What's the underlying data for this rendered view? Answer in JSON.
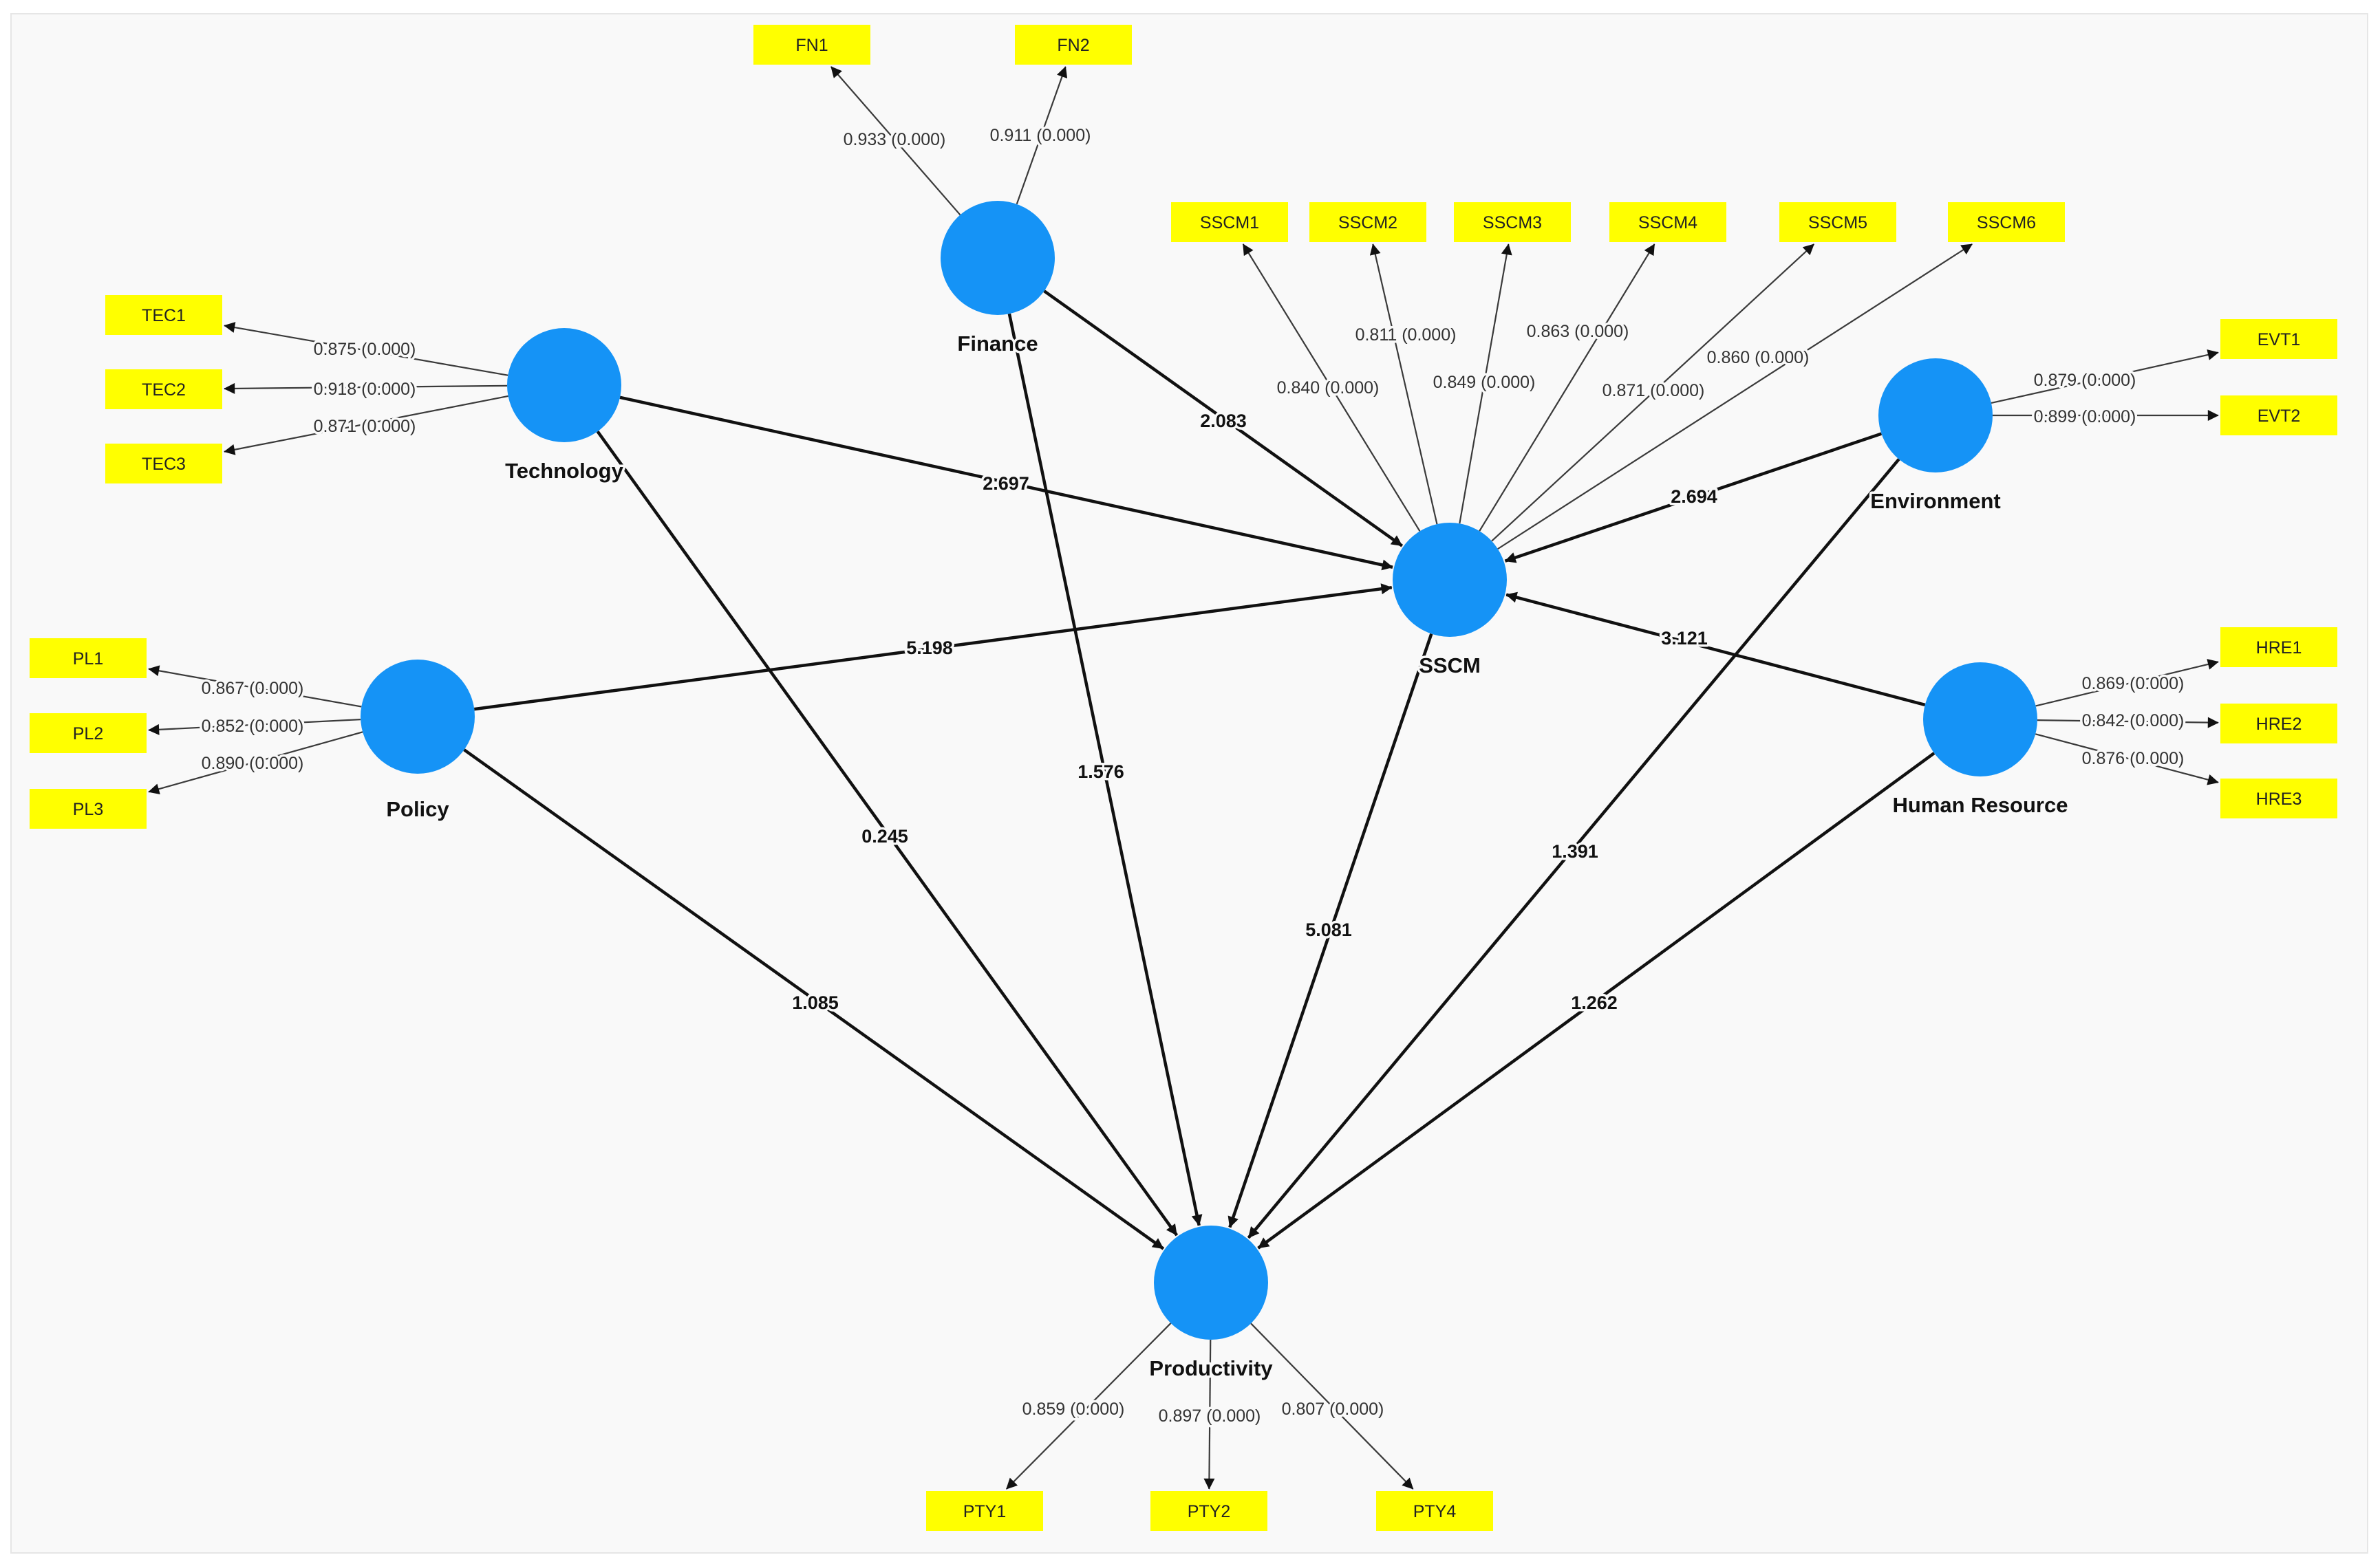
{
  "diagram": {
    "latents": [
      {
        "id": "finance",
        "label": "Finance"
      },
      {
        "id": "technology",
        "label": "Technology"
      },
      {
        "id": "policy",
        "label": "Policy"
      },
      {
        "id": "sscm",
        "label": "SSCM"
      },
      {
        "id": "environment",
        "label": "Environment"
      },
      {
        "id": "human_resource",
        "label": "Human Resource"
      },
      {
        "id": "productivity",
        "label": "Productivity"
      }
    ],
    "indicators": [
      {
        "id": "FN1",
        "label": "FN1",
        "latent": "finance",
        "loading": "0.933 (0.000)"
      },
      {
        "id": "FN2",
        "label": "FN2",
        "latent": "finance",
        "loading": "0.911 (0.000)"
      },
      {
        "id": "TEC1",
        "label": "TEC1",
        "latent": "technology",
        "loading": "0.875 (0.000)"
      },
      {
        "id": "TEC2",
        "label": "TEC2",
        "latent": "technology",
        "loading": "0.918 (0.000)"
      },
      {
        "id": "TEC3",
        "label": "TEC3",
        "latent": "technology",
        "loading": "0.871 (0.000)"
      },
      {
        "id": "PL1",
        "label": "PL1",
        "latent": "policy",
        "loading": "0.867 (0.000)"
      },
      {
        "id": "PL2",
        "label": "PL2",
        "latent": "policy",
        "loading": "0.852 (0.000)"
      },
      {
        "id": "PL3",
        "label": "PL3",
        "latent": "policy",
        "loading": "0.890 (0.000)"
      },
      {
        "id": "SSCM1",
        "label": "SSCM1",
        "latent": "sscm",
        "loading": "0.840 (0.000)"
      },
      {
        "id": "SSCM2",
        "label": "SSCM2",
        "latent": "sscm",
        "loading": "0.811 (0.000)"
      },
      {
        "id": "SSCM3",
        "label": "SSCM3",
        "latent": "sscm",
        "loading": "0.849 (0.000)"
      },
      {
        "id": "SSCM4",
        "label": "SSCM4",
        "latent": "sscm",
        "loading": "0.863 (0.000)"
      },
      {
        "id": "SSCM5",
        "label": "SSCM5",
        "latent": "sscm",
        "loading": "0.871 (0.000)"
      },
      {
        "id": "SSCM6",
        "label": "SSCM6",
        "latent": "sscm",
        "loading": "0.860 (0.000)"
      },
      {
        "id": "EVT1",
        "label": "EVT1",
        "latent": "environment",
        "loading": "0.879 (0.000)"
      },
      {
        "id": "EVT2",
        "label": "EVT2",
        "latent": "environment",
        "loading": "0.899 (0.000)"
      },
      {
        "id": "HRE1",
        "label": "HRE1",
        "latent": "human_resource",
        "loading": "0.869 (0.000)"
      },
      {
        "id": "HRE2",
        "label": "HRE2",
        "latent": "human_resource",
        "loading": "0.842 (0.000)"
      },
      {
        "id": "HRE3",
        "label": "HRE3",
        "latent": "human_resource",
        "loading": "0.876 (0.000)"
      },
      {
        "id": "PTY1",
        "label": "PTY1",
        "latent": "productivity",
        "loading": "0.859 (0.000)"
      },
      {
        "id": "PTY2",
        "label": "PTY2",
        "latent": "productivity",
        "loading": "0.897 (0.000)"
      },
      {
        "id": "PTY4",
        "label": "PTY4",
        "latent": "productivity",
        "loading": "0.807 (0.000)"
      }
    ],
    "paths": [
      {
        "from": "finance",
        "to": "sscm",
        "value": "2.083"
      },
      {
        "from": "technology",
        "to": "sscm",
        "value": "2.697"
      },
      {
        "from": "policy",
        "to": "sscm",
        "value": "5.198"
      },
      {
        "from": "environment",
        "to": "sscm",
        "value": "2.694"
      },
      {
        "from": "human_resource",
        "to": "sscm",
        "value": "3.121"
      },
      {
        "from": "finance",
        "to": "productivity",
        "value": "1.576"
      },
      {
        "from": "technology",
        "to": "productivity",
        "value": "0.245"
      },
      {
        "from": "policy",
        "to": "productivity",
        "value": "1.085"
      },
      {
        "from": "sscm",
        "to": "productivity",
        "value": "5.081"
      },
      {
        "from": "environment",
        "to": "productivity",
        "value": "1.391"
      },
      {
        "from": "human_resource",
        "to": "productivity",
        "value": "1.262"
      }
    ],
    "colors": {
      "latent_fill": "#1593f6",
      "indicator_fill": "#ffff00",
      "background": "#f9f9f9"
    }
  }
}
